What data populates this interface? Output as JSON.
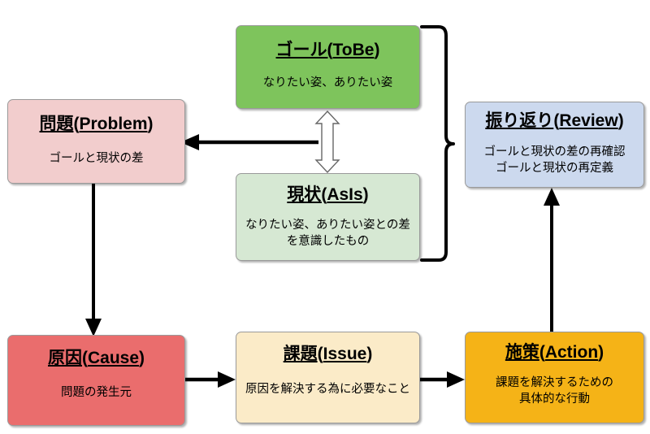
{
  "diagram": {
    "type": "flowchart",
    "nodes": [
      {
        "id": "goal",
        "title_jp": "ゴール",
        "title_en": "(ToBe)",
        "desc": "なりたい姿、ありたい姿",
        "color": "#7ec45c"
      },
      {
        "id": "asis",
        "title_jp": "現状",
        "title_en": "(AsIs)",
        "desc": "なりたい姿、ありたい姿との差\nを意識したもの",
        "color": "#d6e8d3"
      },
      {
        "id": "problem",
        "title_jp": "問題",
        "title_en": "(Problem)",
        "desc": "ゴールと現状の差",
        "color": "#f2cdcd"
      },
      {
        "id": "review",
        "title_jp": "振り返り",
        "title_en": "(Review)",
        "desc": "ゴールと現状の差の再確認\nゴールと現状の再定義",
        "color": "#ccd9ee"
      },
      {
        "id": "cause",
        "title_jp": "原因",
        "title_en": "(Cause)",
        "desc": "問題の発生元",
        "color": "#ea6d6d"
      },
      {
        "id": "issue",
        "title_jp": "課題",
        "title_en": "(Issue)",
        "desc": "原因を解決する為に必要なこと",
        "color": "#fbebc8"
      },
      {
        "id": "action",
        "title_jp": "施策",
        "title_en": "(Action)",
        "desc": "課題を解決するための\n具体的な行動",
        "color": "#f5b317"
      }
    ],
    "connectors": [
      {
        "id": "gap-double-arrow",
        "from": "goal",
        "to": "asis",
        "style": "double-headed-outline-arrow"
      },
      {
        "id": "gap-to-problem",
        "from": "gap-double-arrow",
        "to": "problem",
        "style": "solid-arrow-left"
      },
      {
        "id": "problem-to-cause",
        "from": "problem",
        "to": "cause",
        "style": "solid-arrow-down"
      },
      {
        "id": "cause-to-issue",
        "from": "cause",
        "to": "issue",
        "style": "solid-arrow-right"
      },
      {
        "id": "issue-to-action",
        "from": "issue",
        "to": "action",
        "style": "solid-arrow-right"
      },
      {
        "id": "action-to-review",
        "from": "action",
        "to": "review",
        "style": "solid-arrow-up"
      },
      {
        "id": "goal-asis-brace-to-review",
        "from": "goal+asis",
        "to": "review",
        "style": "curly-brace"
      }
    ],
    "stroke_color": "#000000",
    "outline_arrow_fill": "#ffffff",
    "background": "#ffffff"
  }
}
